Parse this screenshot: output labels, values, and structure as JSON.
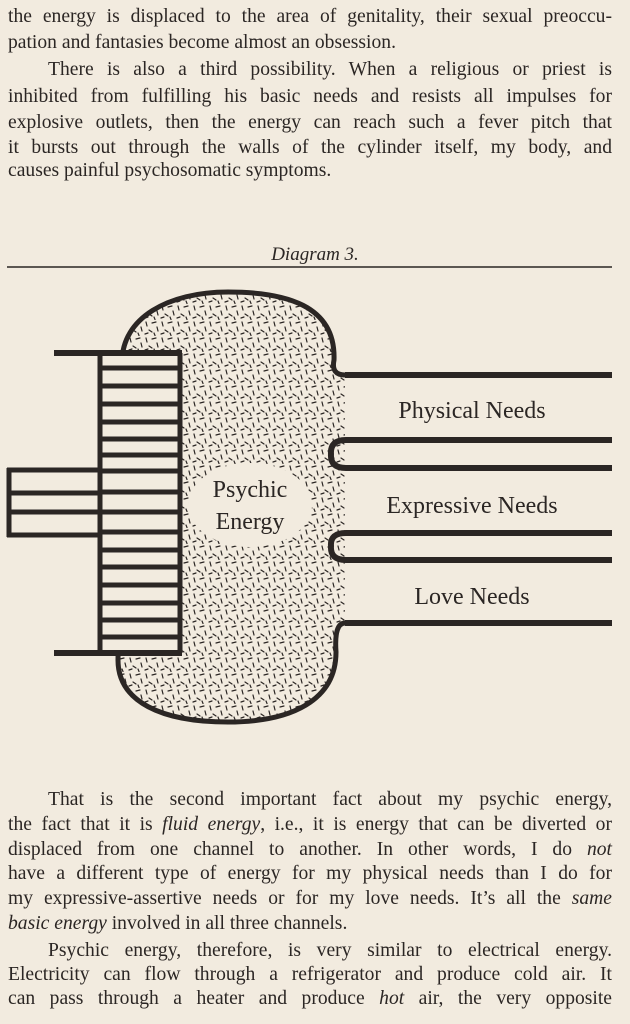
{
  "top_text": {
    "lines": [
      "the energy is displaced to the area of genitality, their sexual preoccu-",
      "pation and fantasies become almost an obsession.",
      "There is also a third possibility. When a religious or priest is",
      "inhibited from fulfilling his basic needs and resists all impulses for",
      "explosive outlets, then the energy can reach such a fever pitch that",
      "it bursts out through the walls of the cylinder itself, my body, and",
      "causes painful psychosomatic symptoms."
    ]
  },
  "diagram": {
    "caption": "Diagram 3.",
    "center_label_line1": "Psychic",
    "center_label_line2": "Energy",
    "channels": [
      "Physical Needs",
      "Expressive Needs",
      "Love Needs"
    ]
  },
  "bottom_text": {
    "l0": "That is the second important fact about my psychic energy,",
    "l1a": "the fact that it is ",
    "l1b": "fluid energy",
    "l1c": ", i.e., it is energy that can be diverted or",
    "l2a": "displaced from one channel to another. In other words, I do ",
    "l2b": "not",
    "l3": "have a different type of energy for my physical needs than I do for",
    "l4a": "my expressive-assertive needs or for my love needs. It’s all the ",
    "l4b": "same",
    "l5a": "basic energy",
    "l5b": " involved in all three channels.",
    "l6": "Psychic energy, therefore, is very similar to electrical energy.",
    "l7": "Electricity can flow through a refrigerator and produce cold air. It",
    "l8a": "can pass through a heater and produce ",
    "l8b": "hot",
    "l8c": " air, the very opposite"
  }
}
